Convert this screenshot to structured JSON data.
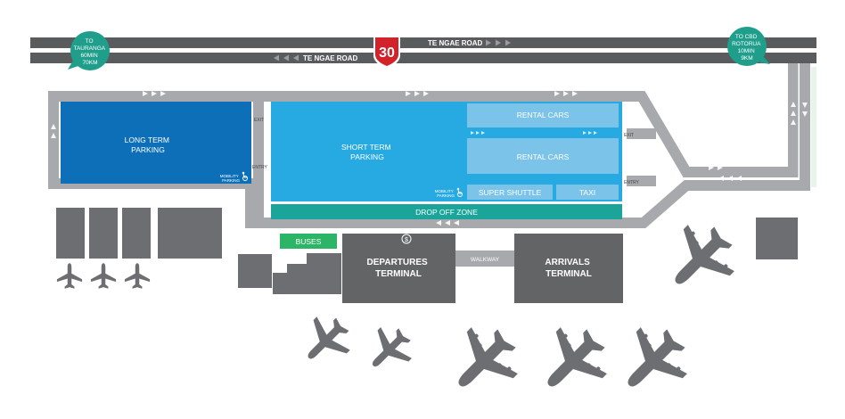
{
  "colors": {
    "road": "#5a5b5d",
    "road_stripe": "#ffffff",
    "lane": "#a7a9ac",
    "lane_arrow": "#ffffff",
    "long_term": "#0c6fb8",
    "short_term": "#27a9e1",
    "rental": "#7cc3ea",
    "drop_off": "#1aa49a",
    "buses": "#2cb566",
    "terminal": "#636466",
    "building": "#6d6e71",
    "plane": "#6d6e71",
    "badge": "#1f9e8c",
    "shield": "#d2232a"
  },
  "roads": {
    "top_label": "TE NGAE ROAD",
    "bottom_label": "TE NGAE ROAD",
    "route_number": "30"
  },
  "destinations": {
    "left": [
      "TO",
      "TAURANGA",
      "60MIN",
      "70KM"
    ],
    "right": [
      "TO CBD",
      "ROTORUA",
      "10MIN",
      "9KM"
    ]
  },
  "parking": {
    "long_term": [
      "LONG TERM",
      "PARKING"
    ],
    "short_term": [
      "SHORT TERM",
      "PARKING"
    ],
    "mobility_left": [
      "MOBILITY",
      "PARKING"
    ],
    "mobility_right": [
      "MOBILITY",
      "PARKING"
    ],
    "exit_left": "EXIT",
    "entry_left": "ENTRY",
    "exit_right": "EXIT",
    "entry_right": "ENTRY"
  },
  "zones": {
    "rental_1": "RENTAL CARS",
    "rental_2": "RENTAL CARS",
    "super_shuttle": "SUPER SHUTTLE",
    "taxi": "TAXI",
    "drop_off": "DROP OFF ZONE",
    "buses": "BUSES"
  },
  "terminals": {
    "departures": [
      "DEPARTURES",
      "TERMINAL"
    ],
    "arrivals": [
      "ARRIVALS",
      "TERMINAL"
    ],
    "walkway": "WALKWAY"
  },
  "icons": {
    "atm": "dollar-icon",
    "wheelchair": "wheelchair-icon",
    "plane": "airplane-icon",
    "shield": "highway-shield-icon",
    "arrows": "direction-arrow-icon"
  }
}
